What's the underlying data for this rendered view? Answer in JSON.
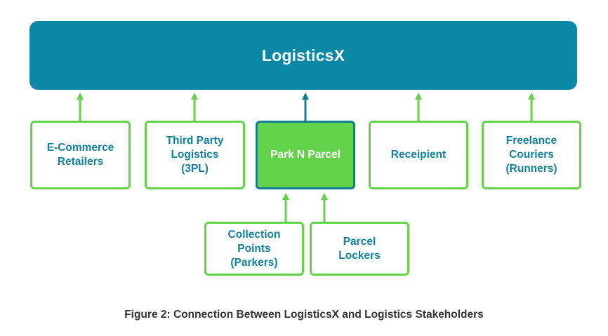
{
  "diagram": {
    "top": {
      "label": "LogisticsX"
    },
    "stakeholders": [
      {
        "label": "E-Commerce\nRetailers"
      },
      {
        "label": "Third Party\nLogistics\n(3PL)"
      },
      {
        "label": "Park N Parcel"
      },
      {
        "label": "Receipient"
      },
      {
        "label": "Freelance\nCouriers\n(Runners)"
      }
    ],
    "sub_stakeholders": [
      {
        "label": "Collection\nPoints\n(Parkers)"
      },
      {
        "label": "Parcel\nLockers"
      }
    ],
    "caption": "Figure 2: Connection Between LogisticsX and Logistics Stakeholders"
  },
  "colors": {
    "primary": "#0a88a6",
    "green": "#63d34a",
    "text_blue": "#14819d",
    "caption": "#333333"
  }
}
